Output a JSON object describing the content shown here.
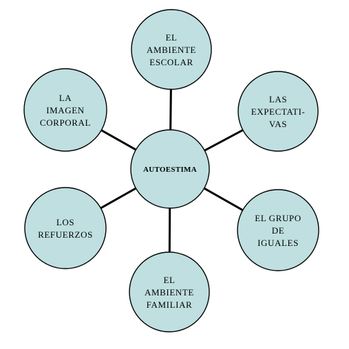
{
  "center": {
    "label": "AUTOESTIMA"
  },
  "nodes": [
    {
      "id": "ambiente-escolar",
      "lines": [
        "EL",
        "AMBIENTE",
        "ESCOLAR"
      ]
    },
    {
      "id": "expectativas",
      "lines": [
        "LAS",
        "EXPECTATI-",
        "VAS"
      ]
    },
    {
      "id": "grupo-iguales",
      "lines": [
        "EL GRUPO",
        "DE",
        "IGUALES"
      ]
    },
    {
      "id": "ambiente-familiar",
      "lines": [
        "EL",
        "AMBIENTE",
        "FAMILIAR"
      ]
    },
    {
      "id": "refuerzos",
      "lines": [
        "LOS",
        "REFUERZOS"
      ]
    },
    {
      "id": "imagen-corporal",
      "lines": [
        "LA",
        "IMAGEN",
        "CORPORAL"
      ]
    }
  ],
  "colors": {
    "circle_fill": "#bfdfe0",
    "stroke": "#000000"
  }
}
